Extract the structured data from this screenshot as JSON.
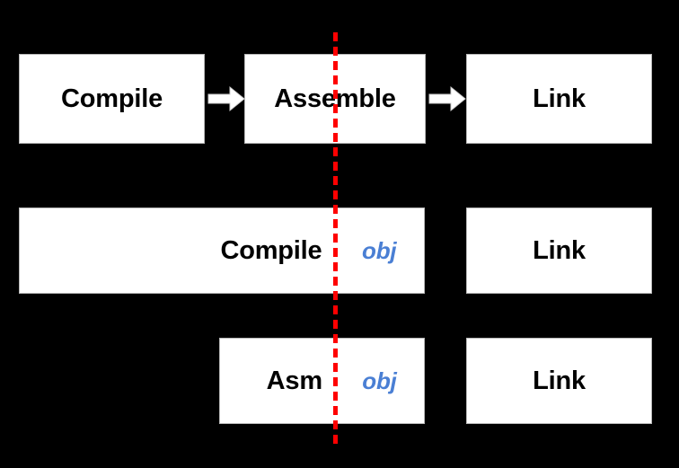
{
  "diagram": {
    "background_color": "#000000",
    "box_fill_color": "#ffffff",
    "box_text_color": "#000000",
    "obj_text_color": "#4a7fd4",
    "divider_color": "#ff0000",
    "divider_style": "dashed-vertical",
    "rows": [
      {
        "id": "row-toolchain-stages",
        "boxes": [
          {
            "label": "Compile"
          },
          {
            "label": "Assemble"
          },
          {
            "label": "Link"
          }
        ],
        "arrows": [
          "arrow-right",
          "arrow-right"
        ]
      },
      {
        "id": "row-compile-to-obj",
        "boxes": [
          {
            "label": "Compile",
            "tag": "obj"
          },
          {
            "label": "Link"
          }
        ],
        "arrows": []
      },
      {
        "id": "row-asm-to-obj",
        "boxes": [
          {
            "label": "Asm",
            "tag": "obj"
          },
          {
            "label": "Link"
          }
        ],
        "arrows": []
      }
    ]
  }
}
